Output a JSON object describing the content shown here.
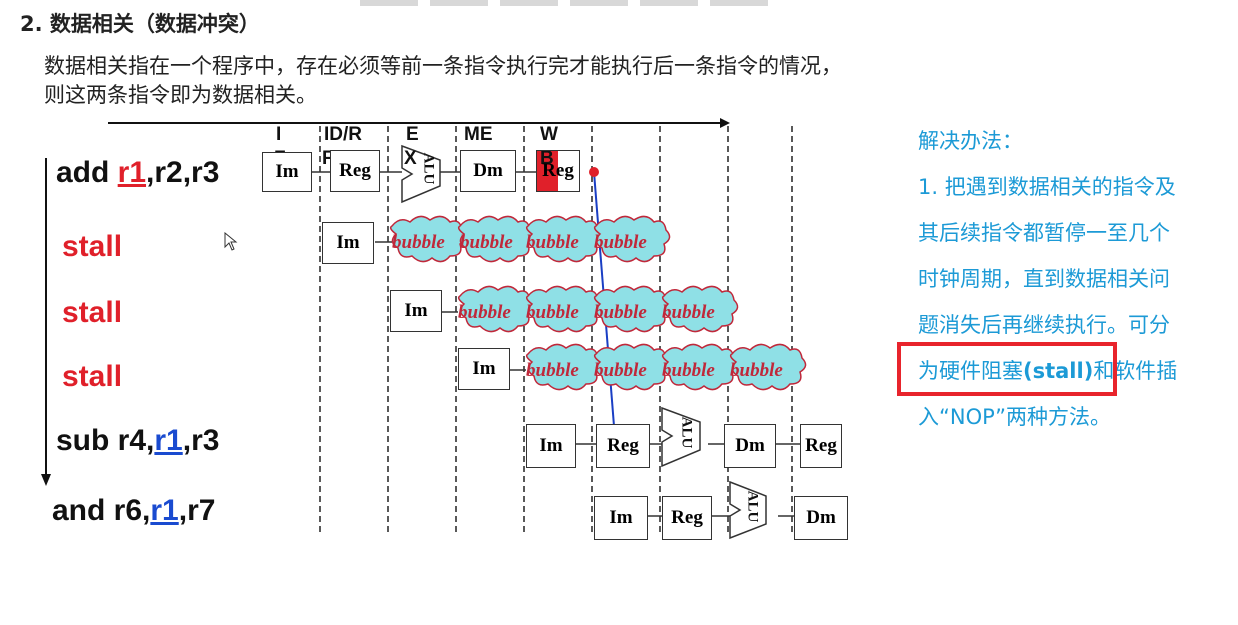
{
  "section": {
    "title": "2. 数据相关（数据冲突）",
    "desc_line1": "数据相关指在一个程序中，存在必须等前一条指令执行完才能执行后一条指令的情况，",
    "desc_line2": "则这两条指令即为数据相关。"
  },
  "stages": [
    "I",
    "F",
    "ID/R",
    "F",
    "E",
    "X",
    "ME",
    "M",
    "W",
    "B"
  ],
  "instructions": {
    "add": {
      "op": "add ",
      "reg": "r1",
      "rest": ",r2,r3"
    },
    "stall1": "stall",
    "stall2": "stall",
    "stall3": "stall",
    "sub": {
      "op": "sub r4,",
      "reg": "r1",
      "rest": ",r3"
    },
    "and": {
      "op": "and r6,",
      "reg": "r1",
      "rest": ",r7"
    }
  },
  "boxes": {
    "im": "Im",
    "reg": "Reg",
    "alu": "ALU",
    "dm": "Dm"
  },
  "bubble": "bubble",
  "side": {
    "heading": "解决办法：",
    "line1": "1. 把遇到数据相关的指令及",
    "line2": "其后续指令都暂停一至几个",
    "line3": "时钟周期，直到数据相关问",
    "line4": "题消失后再继续执行。可分",
    "line5_a": "为硬件阻塞",
    "line5_b": "(stall)",
    "line5_c": "和软件插",
    "line6": "入“NOP”两种方法。"
  },
  "colors": {
    "accent_red": "#e0202a",
    "accent_blue": "#1a4bd0",
    "side_text": "#1c9ad6",
    "bubble_fill": "#8fe0e6",
    "highlight": "#e8242c"
  }
}
